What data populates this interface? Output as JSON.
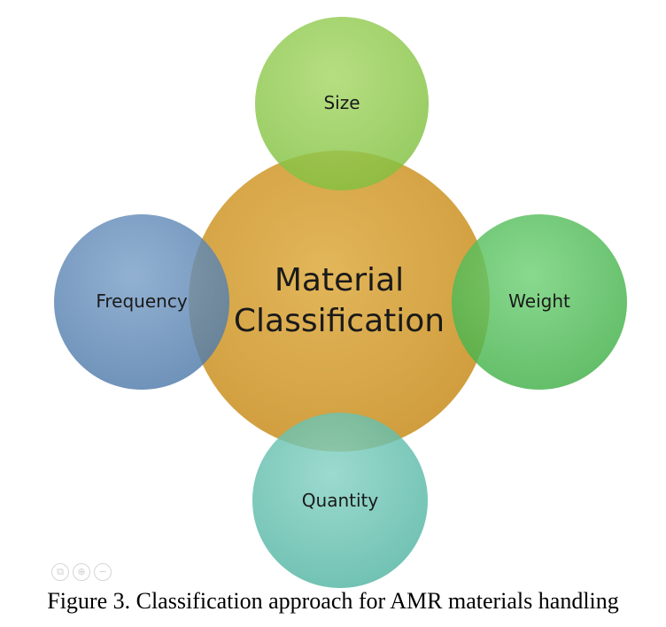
{
  "diagram": {
    "center": {
      "line1": "Material",
      "line2": "Classification",
      "color": "#d9a846"
    },
    "nodes": [
      {
        "id": "size",
        "label": "Size",
        "color": "#8fc94a"
      },
      {
        "id": "weight",
        "label": "Weight",
        "color": "#4dbb52"
      },
      {
        "id": "quantity",
        "label": "Quantity",
        "color": "#5fbfae"
      },
      {
        "id": "frequency",
        "label": "Frequency",
        "color": "#5a86b5"
      }
    ]
  },
  "caption": "Figure 3. Classification approach for AMR materials handling",
  "viewer_controls": [
    {
      "name": "copy-icon",
      "glyph": "⧉"
    },
    {
      "name": "zoom-in-icon",
      "glyph": "⊕"
    },
    {
      "name": "zoom-out-icon",
      "glyph": "−"
    }
  ]
}
